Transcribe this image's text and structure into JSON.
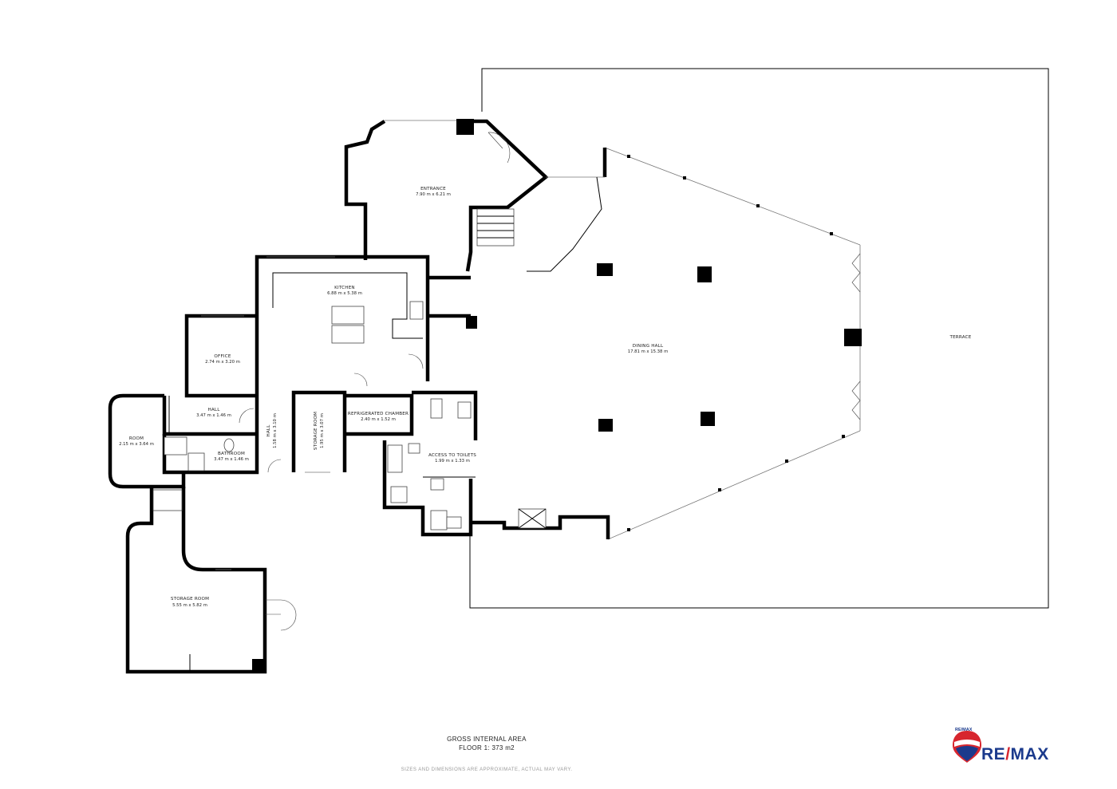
{
  "rooms": {
    "entrance": {
      "label": "ENTRANCE",
      "dims": "7.90 m x 6.21 m"
    },
    "kitchen": {
      "label": "KITCHEN",
      "dims": "6.88 m x 5.38 m"
    },
    "office": {
      "label": "OFFICE",
      "dims": "2.74 m x 3.20 m"
    },
    "hall_1": {
      "label": "HALL",
      "dims": "3.47 m x 1.46 m"
    },
    "hall_2": {
      "label": "HALL",
      "dims": "1.58 m x 3.10 m"
    },
    "room": {
      "label": "ROOM",
      "dims": "2.15 m x 3.64 m"
    },
    "bathroom": {
      "label": "BATHROOM",
      "dims": "3.47 m x 1.46 m"
    },
    "storage_small": {
      "label": "STORAGE ROOM",
      "dims": "1.95 m x 3.07 m"
    },
    "refrigerated": {
      "label": "REFRIGERATED CHAMBER",
      "dims": "2.40 m x 1.52 m"
    },
    "toilets": {
      "label": "ACCESS TO TOILETS",
      "dims": "1.99 m x 1.33 m"
    },
    "dining": {
      "label": "DINING HALL",
      "dims": "17.81 m x 15.38 m"
    },
    "terrace": {
      "label": "TERRACE",
      "dims": ""
    },
    "storage_large": {
      "label": "STORAGE ROOM",
      "dims": "5.55 m x 5.82 m"
    }
  },
  "footer": {
    "area_title": "GROSS INTERNAL AREA",
    "area_value": "FLOOR 1: 373 m2",
    "disclaimer": "SIZES AND DIMENSIONS ARE APPROXIMATE, ACTUAL MAY VARY."
  },
  "brand": {
    "logo_small": "RE/MAX",
    "logo_left": "RE",
    "logo_slash": "/",
    "logo_right": "MAX",
    "primary_color": "#1b3a8c",
    "accent_color": "#d7262e"
  }
}
